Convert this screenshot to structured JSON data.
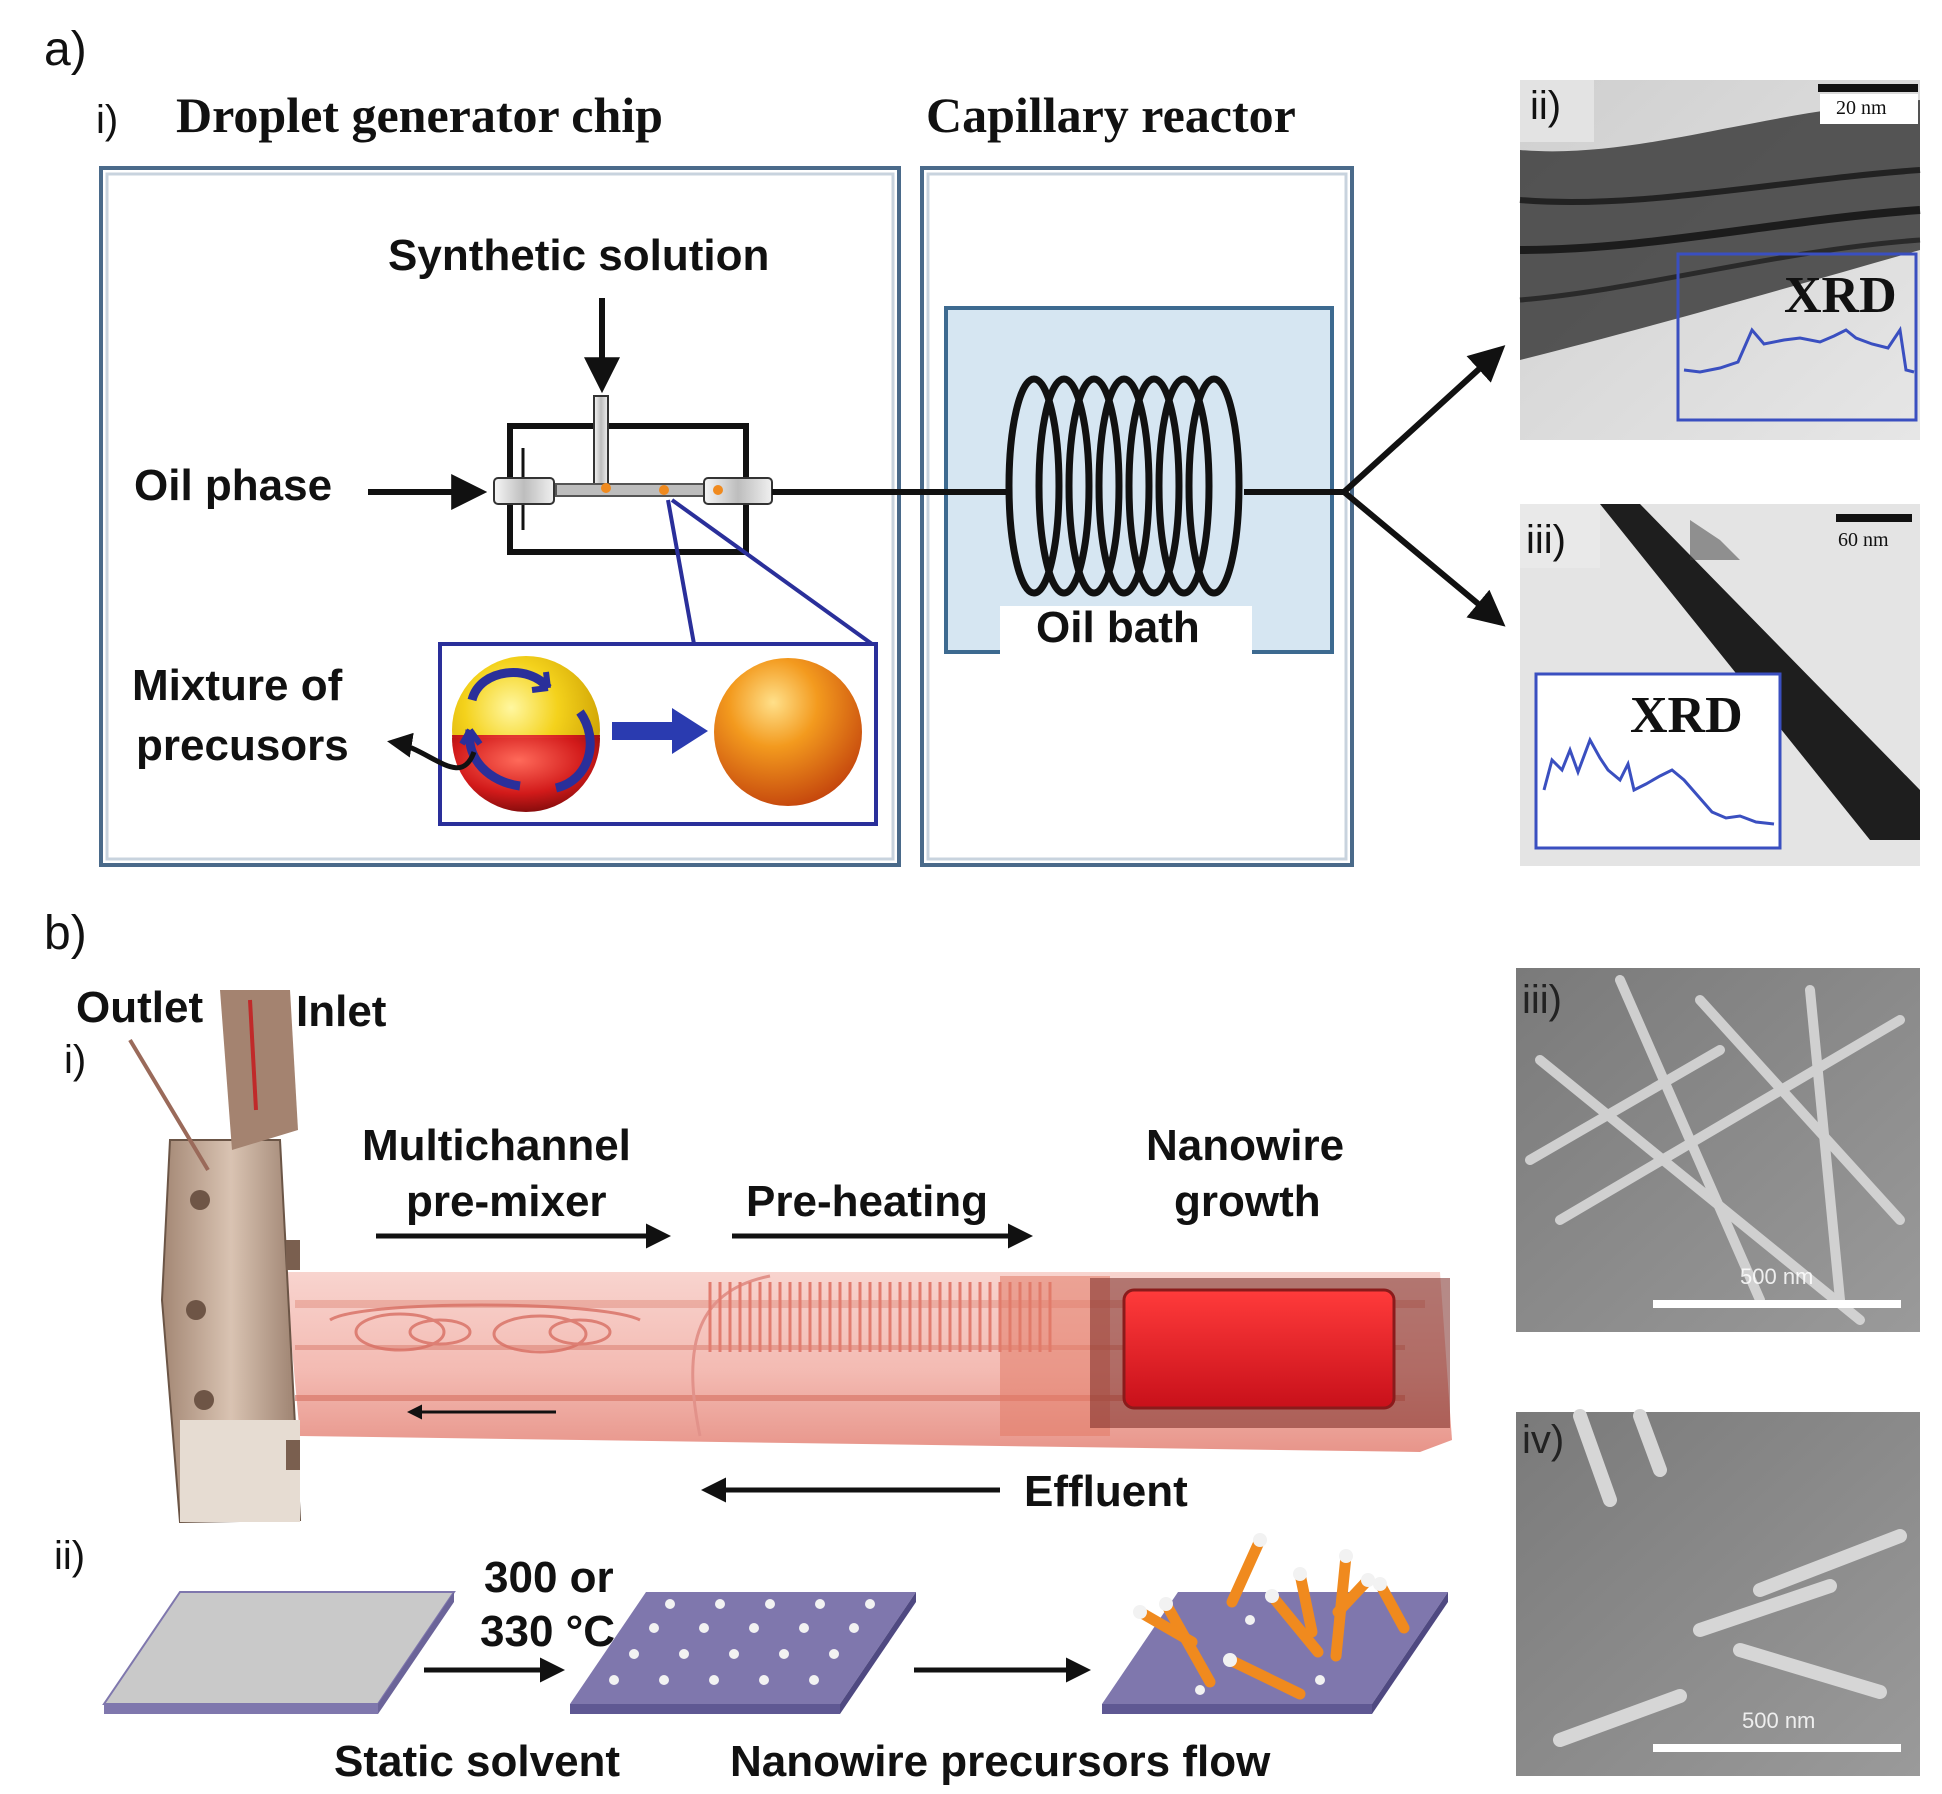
{
  "panel_a": {
    "letter": "a)",
    "sub_i": "i)",
    "sub_ii": "ii)",
    "sub_iii": "iii)",
    "chip_title": "Droplet generator chip",
    "reactor_title": "Capillary reactor",
    "synthetic_solution": "Synthetic solution",
    "oil_phase": "Oil phase",
    "mixture_line1": "Mixture of",
    "mixture_line2": "precusors",
    "oil_bath": "Oil bath",
    "xrd_label": "XRD",
    "scale_ii": "20 nm",
    "scale_iii": "60 nm"
  },
  "panel_b": {
    "letter": "b)",
    "sub_i": "i)",
    "sub_ii": "ii)",
    "sub_iii": "iii)",
    "sub_iv": "iv)",
    "outlet": "Outlet",
    "inlet": "Inlet",
    "premixer_line1": "Multichannel",
    "premixer_line2": "pre-mixer",
    "preheating": "Pre-heating",
    "growth_line1": "Nanowire",
    "growth_line2": "growth",
    "effluent": "Effluent",
    "temp_line1": "300 or",
    "temp_line2": "330 °C",
    "static_solvent": "Static solvent",
    "precursors_flow": "Nanowire precursors flow",
    "scale_iii": "500 nm",
    "scale_iv": "500 nm"
  },
  "colors": {
    "panel_border": "#4a6a8a",
    "oil_bath_fill": "#d6e6f2",
    "droplet_inset_border": "#2a2f9a",
    "xrd_trace": "#3a4fc0",
    "chip_body": "#f2b9b3",
    "chip_reservoir": "#e8222b",
    "substrate_gray": "#c9c9c9",
    "substrate_purple": "#7f77ad",
    "nanowire_orange": "#f08a1e",
    "sem_gray": "#8c8c8c"
  }
}
